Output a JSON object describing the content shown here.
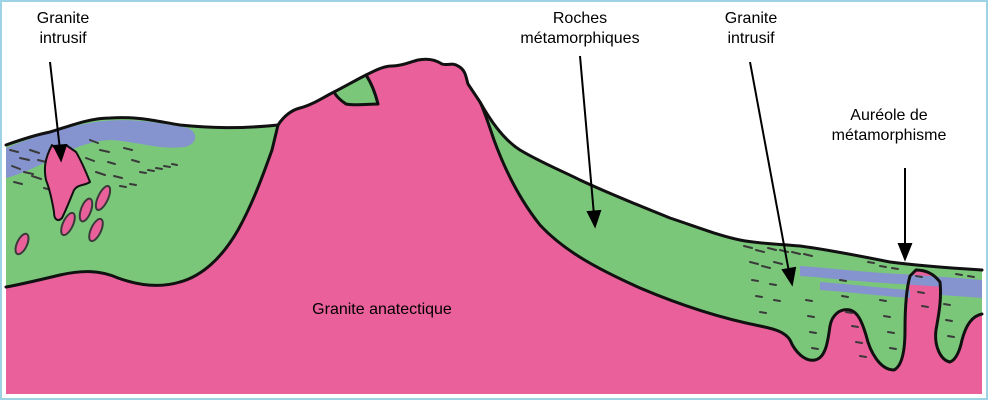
{
  "labels": {
    "granite_intrusif_left": [
      "Granite",
      "intrusif"
    ],
    "roches_metamorphiques": [
      "Roches",
      "métamorphiques"
    ],
    "granite_intrusif_right": [
      "Granite",
      "intrusif"
    ],
    "aureole": [
      "Auréole de",
      "métamorphisme"
    ],
    "granite_anatectique": "Granite anatectique"
  },
  "colors": {
    "granite": "#E9609A",
    "metamorphic_rock": "#7BC77A",
    "sediment_layer": "#8593CF",
    "outline": "#111111",
    "border": "#9ED3E6"
  }
}
